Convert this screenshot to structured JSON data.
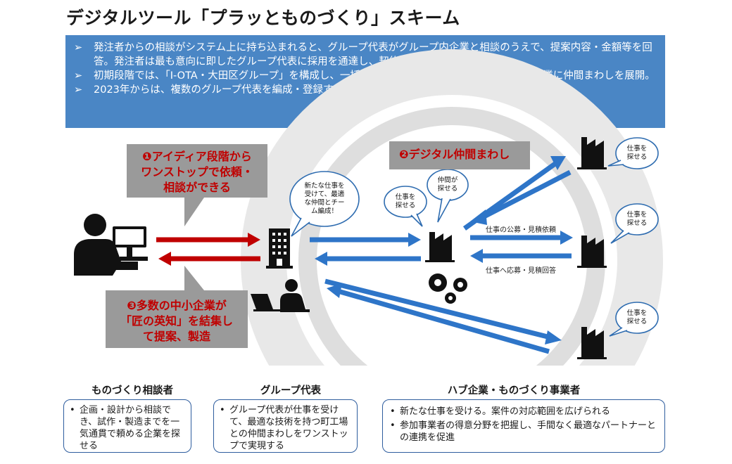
{
  "title": "デジタルツール「プラッとものづくり」スキーム",
  "summary": {
    "bullet_glyph": "➢",
    "items": [
      "発注者からの相談がシステム上に持ち込まれると、グループ代表がグループ内企業と相談のうえで、提案内容・金額等を回答。発注者は最も意向に即したグループ代表に採用を通達し、契約に進む。",
      "初期段階では、「I-OTA・大田区グループ」を構成し、一括して窓口を設けて、参加している区内企業に仲間まわしを展開。",
      "2023年からは、複数のグループ代表を編成・登録することが可能に。"
    ]
  },
  "callouts": {
    "c1": {
      "line1": "❶アイディア段階から",
      "line2": "ワンストップで依頼・",
      "line3": "相談ができる"
    },
    "c2": {
      "line1": "❷デジタル仲間まわし"
    },
    "c3": {
      "line1": "❸多数の中小企業が",
      "line2": "「匠の英知」を結集し",
      "line3": "て提案、製造"
    }
  },
  "bubbles": {
    "hq": {
      "line1": "新たな仕事を",
      "line2": "受けて、最適",
      "line3": "な仲間とチー",
      "line4": "ム編成！"
    },
    "find_work": {
      "line1": "仕事を",
      "line2": "探せる"
    },
    "find_partner": {
      "line1": "仲間が",
      "line2": "探せる"
    }
  },
  "labels": {
    "public_offer": "仕事の公募・見積依頼",
    "response": "仕事へ応募・見積回答"
  },
  "icons": [
    "person-at-computer-icon",
    "building-icon",
    "laptop-user-icon",
    "factory-icon",
    "gears-icon"
  ],
  "colors": {
    "accent_blue": "#4a86c5",
    "arrow_blue": "#2e75c8",
    "arrow_red": "#c00000",
    "callout_gray": "#9a9a9a",
    "ring_gray": "#dcdcdc"
  },
  "sections": {
    "consultant": {
      "title": "ものづくり相談者",
      "items": [
        "企画・設計から相談でき、試作・製造までを一気通貫で頼める企業を探せる"
      ]
    },
    "group_rep": {
      "title": "グループ代表",
      "items": [
        "グループ代表が仕事を受けて、最適な技術を持つ町工場との仲間まわしをワンストップで実現する"
      ]
    },
    "hub": {
      "title": "ハブ企業・ものづくり事業者",
      "items": [
        "新たな仕事を受ける。案件の対応範囲を広げられる",
        "参加事業者の得意分野を把握し、手間なく最適なパートナーとの連携を促進"
      ]
    }
  }
}
